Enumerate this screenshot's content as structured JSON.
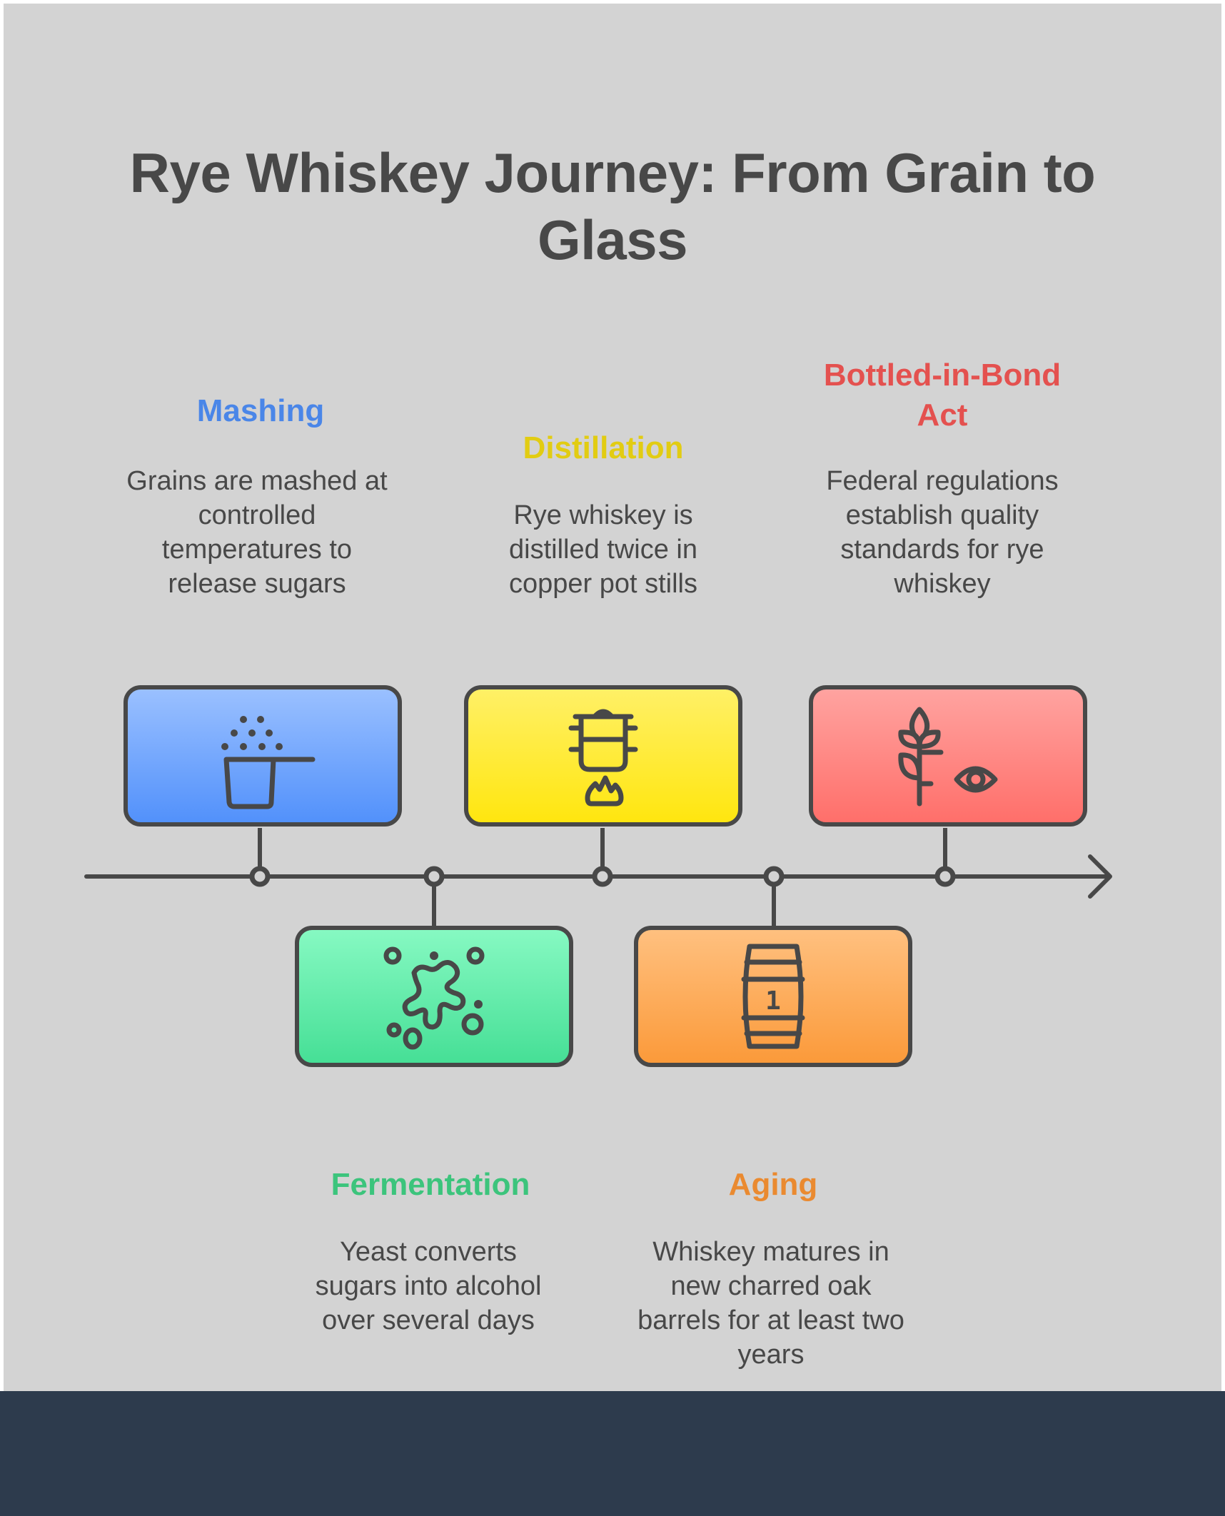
{
  "title": "Rye Whiskey Journey: From Grain to Glass",
  "colors": {
    "background": "#d3d3d3",
    "footer": "#2d3b4d",
    "text": "#484848",
    "stroke": "#484848"
  },
  "steps": [
    {
      "order": 1,
      "heading": "Mashing",
      "description": "Grains are mashed at controlled temperatures to release sugars",
      "icon": "measuring-cup-grains-icon",
      "position": "above",
      "heading_color": "#4a86e8",
      "box_gradient": [
        "#9ac0ff",
        "#5291fb"
      ]
    },
    {
      "order": 2,
      "heading": "Fermentation",
      "description": "Yeast converts sugars into alcohol over several days",
      "icon": "yeast-splash-icon",
      "position": "below",
      "heading_color": "#3cc47c",
      "box_gradient": [
        "#86f9c2",
        "#46df96"
      ]
    },
    {
      "order": 3,
      "heading": "Distillation",
      "description": "Rye whiskey is distilled twice in copper pot stills",
      "icon": "pot-still-flame-icon",
      "position": "above",
      "heading_color": "#e2cc12",
      "box_gradient": [
        "#fff066",
        "#ffe60f"
      ]
    },
    {
      "order": 4,
      "heading": "Aging",
      "description": "Whiskey matures in new charred oak barrels for at least two years",
      "icon": "barrel-icon",
      "position": "below",
      "heading_color": "#ea8a30",
      "box_gradient": [
        "#ffc07f",
        "#fb9a3a"
      ]
    },
    {
      "order": 5,
      "heading": "Bottled-in-Bond Act",
      "description": "Federal regulations establish quality standards for rye whiskey",
      "icon": "grain-inspection-icon",
      "position": "above",
      "heading_color": "#e4514f",
      "box_gradient": [
        "#ffa3a0",
        "#ff6f6a"
      ]
    }
  ],
  "barrel_label": "1"
}
